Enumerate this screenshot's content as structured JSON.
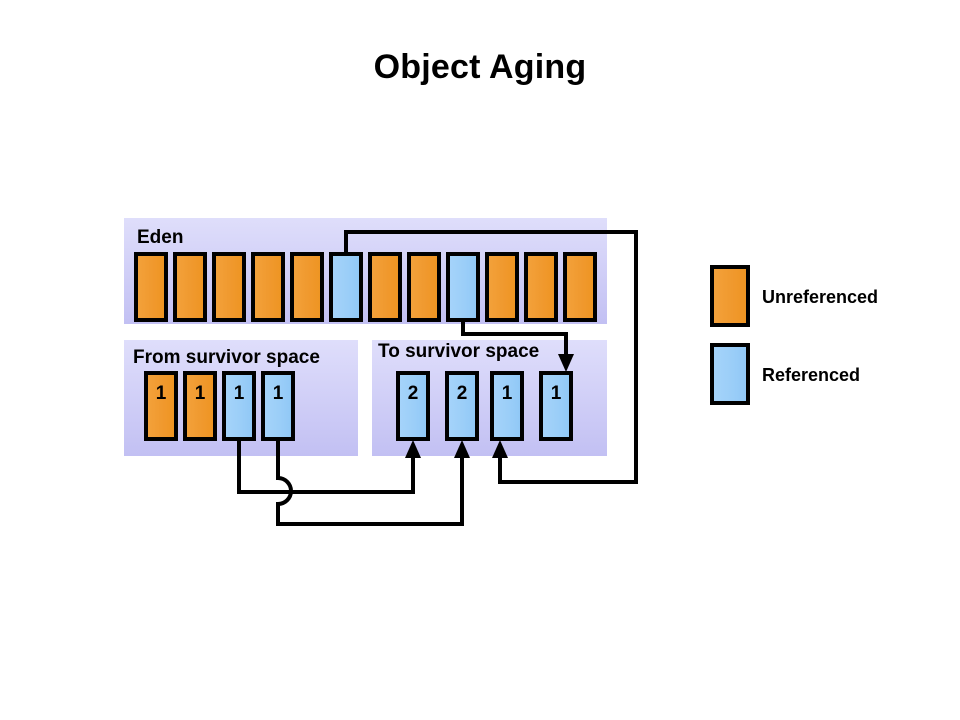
{
  "title": "Object Aging",
  "colors": {
    "unreferenced": "#F0992E",
    "referenced": "#9BCEF8",
    "container_top": "#DFDEFB",
    "container_bottom": "#C2C0F3",
    "outline": "#000000",
    "background": "#FFFFFF"
  },
  "regions": {
    "eden": {
      "label": "Eden",
      "blocks": [
        {
          "state": "unreferenced",
          "value": ""
        },
        {
          "state": "unreferenced",
          "value": ""
        },
        {
          "state": "unreferenced",
          "value": ""
        },
        {
          "state": "unreferenced",
          "value": ""
        },
        {
          "state": "unreferenced",
          "value": ""
        },
        {
          "state": "referenced",
          "value": ""
        },
        {
          "state": "unreferenced",
          "value": ""
        },
        {
          "state": "unreferenced",
          "value": ""
        },
        {
          "state": "referenced",
          "value": ""
        },
        {
          "state": "unreferenced",
          "value": ""
        },
        {
          "state": "unreferenced",
          "value": ""
        },
        {
          "state": "unreferenced",
          "value": ""
        }
      ]
    },
    "from_survivor": {
      "label": "From survivor  space",
      "blocks": [
        {
          "state": "unreferenced",
          "value": "1"
        },
        {
          "state": "unreferenced",
          "value": "1"
        },
        {
          "state": "referenced",
          "value": "1"
        },
        {
          "state": "referenced",
          "value": "1"
        }
      ]
    },
    "to_survivor": {
      "label": "To survivor  space",
      "blocks": [
        {
          "state": "referenced",
          "value": "2"
        },
        {
          "state": "referenced",
          "value": "2"
        },
        {
          "state": "referenced",
          "value": "1"
        },
        {
          "state": "referenced",
          "value": "1"
        }
      ]
    }
  },
  "legend": {
    "items": [
      {
        "swatch": "unreferenced",
        "label": "Unreferenced"
      },
      {
        "swatch": "referenced",
        "label": "Referenced"
      }
    ]
  },
  "connectors": [
    {
      "name": "from-survivor-block3-to-to-survivor-block1",
      "description": "From survivor referenced block 3 promoted to To survivor slot 1 (age 2)"
    },
    {
      "name": "from-survivor-block4-to-to-survivor-block2",
      "description": "From survivor referenced block 4 promoted to To survivor slot 2 (age 2)"
    },
    {
      "name": "eden-block6-to-to-survivor-block3",
      "description": "Eden referenced block 6 copied to To survivor slot 3 (age 1)"
    },
    {
      "name": "eden-block9-to-to-survivor-block4",
      "description": "Eden referenced block 9 copied to To survivor slot 4 (age 1)"
    }
  ]
}
